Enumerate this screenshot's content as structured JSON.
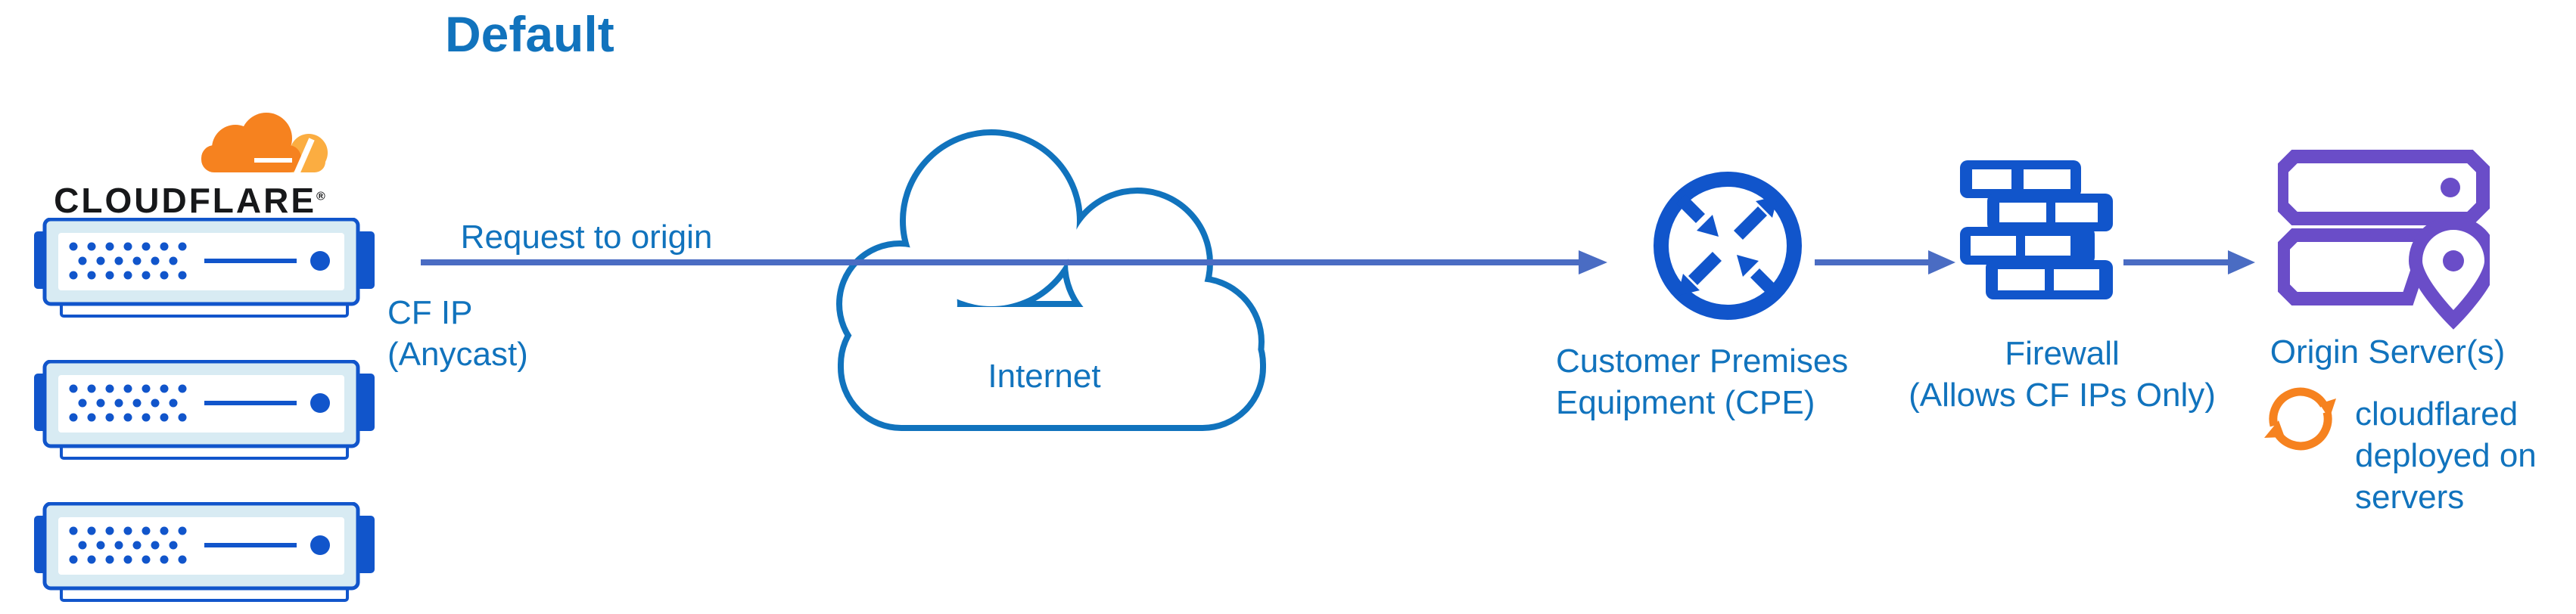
{
  "title": "Default",
  "colors": {
    "label_blue": "#1173bd",
    "icon_blue": "#1155cb",
    "arrow_blue": "#4a6cc3",
    "purple": "#6a4dc8",
    "orange": "#f6821f",
    "orange_light": "#fbad41",
    "server_fill": "#d8ebf3",
    "wordmark_black": "#17181a"
  },
  "cloudflare": {
    "wordmark": "CLOUDFLARE",
    "registered_mark": "®",
    "server_count": 3
  },
  "flow": {
    "request_label": "Request to origin",
    "cf_ip_label": "CF IP\n(Anycast)"
  },
  "nodes": {
    "internet": {
      "label": "Internet"
    },
    "cpe": {
      "label": "Customer Premises\nEquipment (CPE)"
    },
    "firewall": {
      "label": "Firewall\n(Allows CF IPs Only)"
    },
    "origin": {
      "label": "Origin Server(s)",
      "note": "cloudflared deployed on servers"
    }
  }
}
